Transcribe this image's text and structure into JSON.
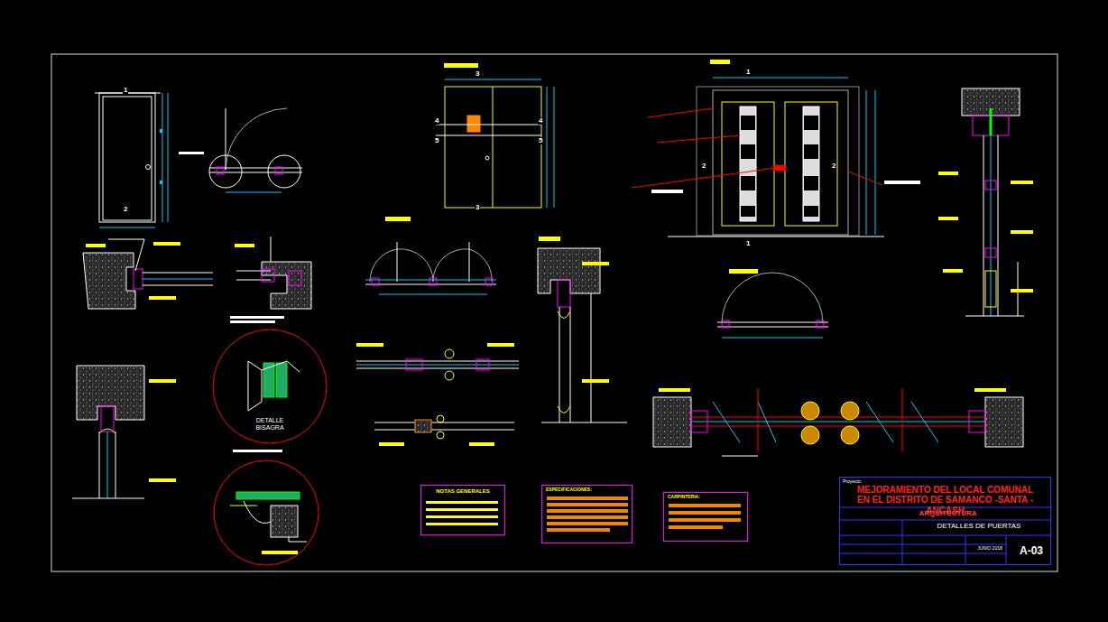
{
  "diagram": {
    "nodes": [
      {
        "text": [
          "Proyecto:",
          "MEJORAMIENTO DEL LOCAL COMUNAL EN EL DISTRITO DE SAMANCO -SANTA - ANCASH"
        ]
      },
      {
        "text": [
          "ARQUITECTURA"
        ],
        "in": 0
      },
      {
        "text": [
          "DETALLES DE PUERTAS"
        ],
        "in": 0
      },
      {
        "text": [
          "JUNIO 2018"
        ],
        "in": 0
      },
      {
        "text": [
          "A-03"
        ],
        "in": 0
      },
      {
        "text": [
          "NOTAS GENERALES"
        ]
      },
      {
        "text": [
          "ESPECIFICACIONES:"
        ]
      },
      {
        "text": [
          "CARPINTERIA:"
        ]
      },
      {
        "text": [
          "DETALLE BISAGRA"
        ]
      }
    ],
    "labels": [
      "1",
      "2",
      "3",
      "3",
      "4",
      "4",
      "5",
      "5",
      "1",
      "1",
      "2",
      "2"
    ]
  }
}
